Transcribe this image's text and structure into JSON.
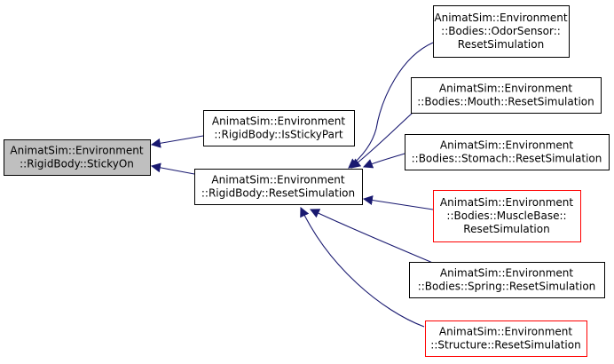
{
  "colors": {
    "edge": "#191970",
    "border_default": "#000000",
    "border_undocumented": "#ff0000",
    "fill_default": "#ffffff",
    "fill_focus": "#bfbfbf"
  },
  "nodes": {
    "sticky_on": {
      "lines": [
        "AnimatSim::Environment",
        "::RigidBody::StickyOn"
      ],
      "style": "focus"
    },
    "is_sticky_part": {
      "lines": [
        "AnimatSim::Environment",
        "::RigidBody::IsStickyPart"
      ],
      "style": "default"
    },
    "reset_simulation": {
      "lines": [
        "AnimatSim::Environment",
        "::RigidBody::ResetSimulation"
      ],
      "style": "default"
    },
    "odor_sensor_reset": {
      "lines": [
        "AnimatSim::Environment",
        "::Bodies::OdorSensor::",
        "ResetSimulation"
      ],
      "style": "default"
    },
    "mouth_reset": {
      "lines": [
        "AnimatSim::Environment",
        "::Bodies::Mouth::ResetSimulation"
      ],
      "style": "default"
    },
    "stomach_reset": {
      "lines": [
        "AnimatSim::Environment",
        "::Bodies::Stomach::ResetSimulation"
      ],
      "style": "default"
    },
    "muscle_base_reset": {
      "lines": [
        "AnimatSim::Environment",
        "::Bodies::MuscleBase::",
        "ResetSimulation"
      ],
      "style": "undocumented"
    },
    "spring_reset": {
      "lines": [
        "AnimatSim::Environment",
        "::Bodies::Spring::ResetSimulation"
      ],
      "style": "default"
    },
    "structure_reset": {
      "lines": [
        "AnimatSim::Environment",
        "::Structure::ResetSimulation"
      ],
      "style": "undocumented"
    }
  },
  "edges": [
    {
      "from": "is_sticky_part",
      "to": "sticky_on"
    },
    {
      "from": "reset_simulation",
      "to": "sticky_on"
    },
    {
      "from": "odor_sensor_reset",
      "to": "reset_simulation"
    },
    {
      "from": "mouth_reset",
      "to": "reset_simulation"
    },
    {
      "from": "stomach_reset",
      "to": "reset_simulation"
    },
    {
      "from": "muscle_base_reset",
      "to": "reset_simulation"
    },
    {
      "from": "spring_reset",
      "to": "reset_simulation"
    },
    {
      "from": "structure_reset",
      "to": "reset_simulation"
    }
  ]
}
